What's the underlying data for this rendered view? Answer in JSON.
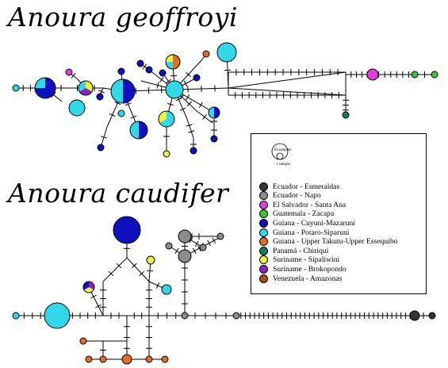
{
  "figure": {
    "title_top": "Anoura geoffroyi",
    "title_bottom": "Anoura caudifer"
  },
  "legend": {
    "scale_labels": {
      "large": "10 samples",
      "small": "1 sample"
    },
    "entries": [
      {
        "label": "Ecuador - Esmeraldas",
        "color": "#333333"
      },
      {
        "label": "Ecuador - Napo",
        "color": "#8c8c8c"
      },
      {
        "label": "El Salvador - Santa Ana",
        "color": "#e040e0"
      },
      {
        "label": "Guatemala - Zacapa",
        "color": "#33cc33"
      },
      {
        "label": "Guiana - Cuyuni-Mazaruni",
        "color": "#1010c0"
      },
      {
        "label": "Guiana - Potaro-Siparuni",
        "color": "#30d8e8"
      },
      {
        "label": "Guiana - Upper Takutu-Upper Essequibo",
        "color": "#e07020"
      },
      {
        "label": "Panamá - Chiriquí",
        "color": "#1a7a60"
      },
      {
        "label": "Suriname - Sipaliwini",
        "color": "#f0f040"
      },
      {
        "label": "Suriname - Brokopondo",
        "color": "#9020c0"
      },
      {
        "label": "Venezuela - Amazonas",
        "color": "#a0501a"
      }
    ]
  }
}
